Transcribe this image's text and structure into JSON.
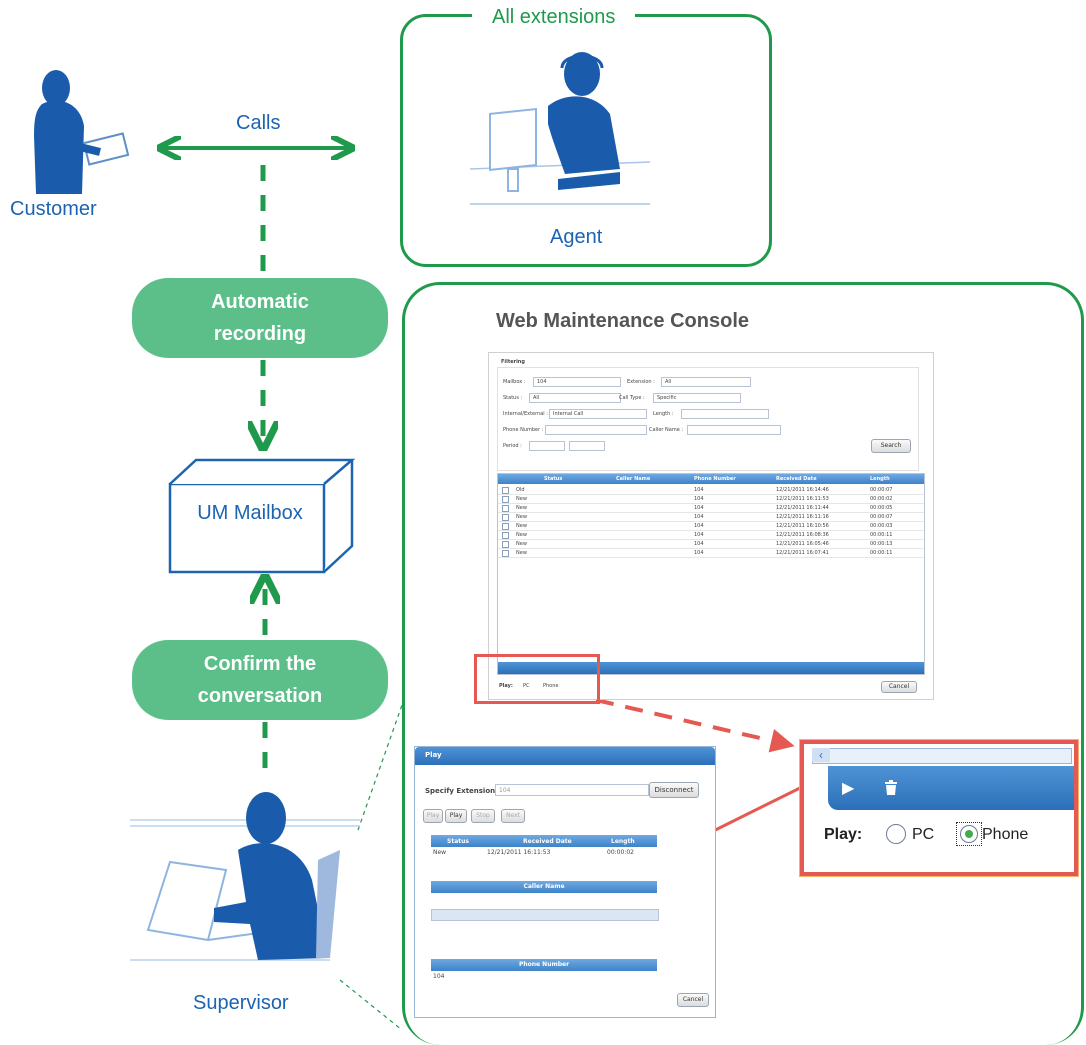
{
  "labels": {
    "all_extensions": "All extensions",
    "calls": "Calls",
    "customer": "Customer",
    "agent": "Agent",
    "automatic_recording": "Automatic recording",
    "um_mailbox": "UM Mailbox",
    "confirm_conversation": "Confirm the conversation",
    "supervisor": "Supervisor",
    "web_console_title": "Web Maintenance Console"
  },
  "console": {
    "filtering": "Filtering",
    "mailbox_label": "Mailbox :",
    "mailbox_value": "104",
    "extension_label": "Extension :",
    "extension_value": "All",
    "status_label": "Status :",
    "status_value": "All",
    "calltype_label": "Call Type :",
    "calltype_value": "Specific",
    "internal_label": "Internal/External :",
    "internal_value": "Internal Call",
    "length_label": "Length :",
    "phone_label": "Phone Number :",
    "caller_label": "Caller Name :",
    "period_label": "Period :",
    "search_button": "Search",
    "columns": [
      "Status",
      "Caller Name",
      "Phone Number",
      "Received Date",
      "Length"
    ],
    "rows": [
      [
        "Old",
        "",
        "104",
        "12/21/2011 16:14:46",
        "00:00:07"
      ],
      [
        "New",
        "",
        "104",
        "12/21/2011 16:11:53",
        "00:00:02"
      ],
      [
        "New",
        "",
        "104",
        "12/21/2011 16:11:44",
        "00:00:05"
      ],
      [
        "New",
        "",
        "104",
        "12/21/2011 16:11:16",
        "00:00:07"
      ],
      [
        "New",
        "",
        "104",
        "12/21/2011 16:10:56",
        "00:00:03"
      ],
      [
        "New",
        "",
        "104",
        "12/21/2011 16:08:36",
        "00:00:11"
      ],
      [
        "New",
        "",
        "104",
        "12/21/2011 16:05:46",
        "00:00:13"
      ],
      [
        "New",
        "",
        "104",
        "12/21/2011 16:07:41",
        "00:00:11"
      ]
    ],
    "play_label": "Play:",
    "pc_label": "PC",
    "phone_label_opt": "Phone",
    "cancel_button": "Cancel"
  },
  "zoom": {
    "play_label": "Play:",
    "pc_label": "PC",
    "phone_label": "Phone"
  },
  "play_dialog": {
    "title": "Play",
    "specify_label": "Specify Extension",
    "specify_value": "104",
    "disconnect_button": "Disconnect",
    "buttons": [
      "Play",
      "Play",
      "Stop",
      "Next"
    ],
    "columns": [
      "Status",
      "Received Date",
      "Length"
    ],
    "row": [
      "New",
      "12/21/2011 16:11:53",
      "00:00:02"
    ],
    "caller_name_header": "Caller Name",
    "phone_number_header": "Phone Number",
    "phone_number_value": "104",
    "cancel_button": "Cancel"
  },
  "colors": {
    "green": "#1f9a4d",
    "pill": "#5cbf8a",
    "blue_text": "#1d64b0",
    "red": "#e45a52"
  }
}
